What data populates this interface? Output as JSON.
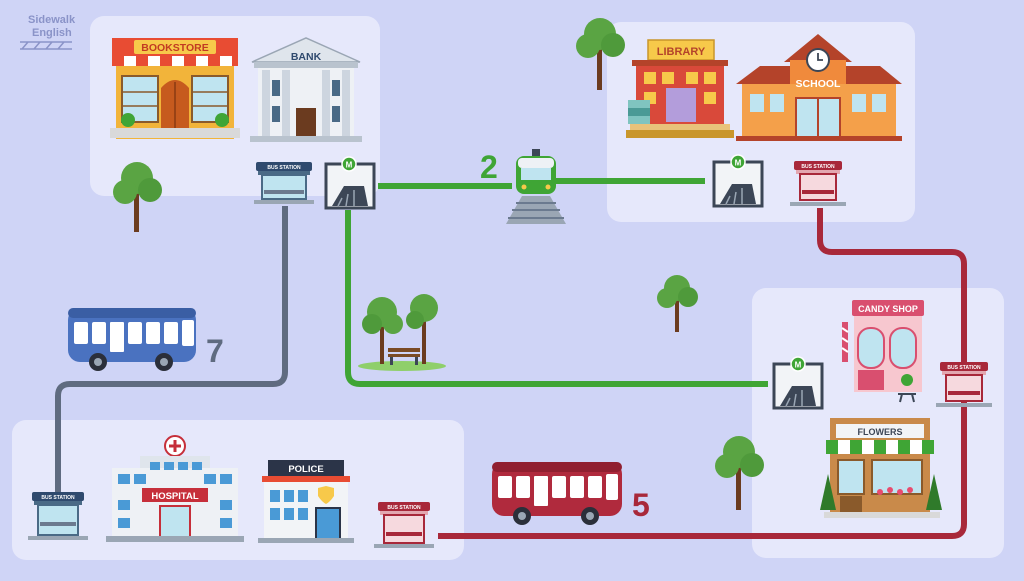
{
  "brand": {
    "line1": "Sidewalk",
    "line2": "English"
  },
  "buildings": {
    "bookstore": "BOOKSTORE",
    "bank": "BANK",
    "library": "LIBRARY",
    "school": "SCHOOL",
    "candy_shop": "CANDY SHOP",
    "flowers": "FLOWERS",
    "hospital": "HOSPITAL",
    "police": "POLICE"
  },
  "stops": {
    "bus_station": "BUS STATION",
    "metro": "M"
  },
  "routes": {
    "train": "2",
    "bus_grey": "7",
    "bus_red": "5"
  },
  "colors": {
    "background": "#cfd4f6",
    "zone": "#e6e8fb",
    "green_route": "#3fa535",
    "grey_route": "#5f6b80",
    "red_route": "#a8283a"
  }
}
